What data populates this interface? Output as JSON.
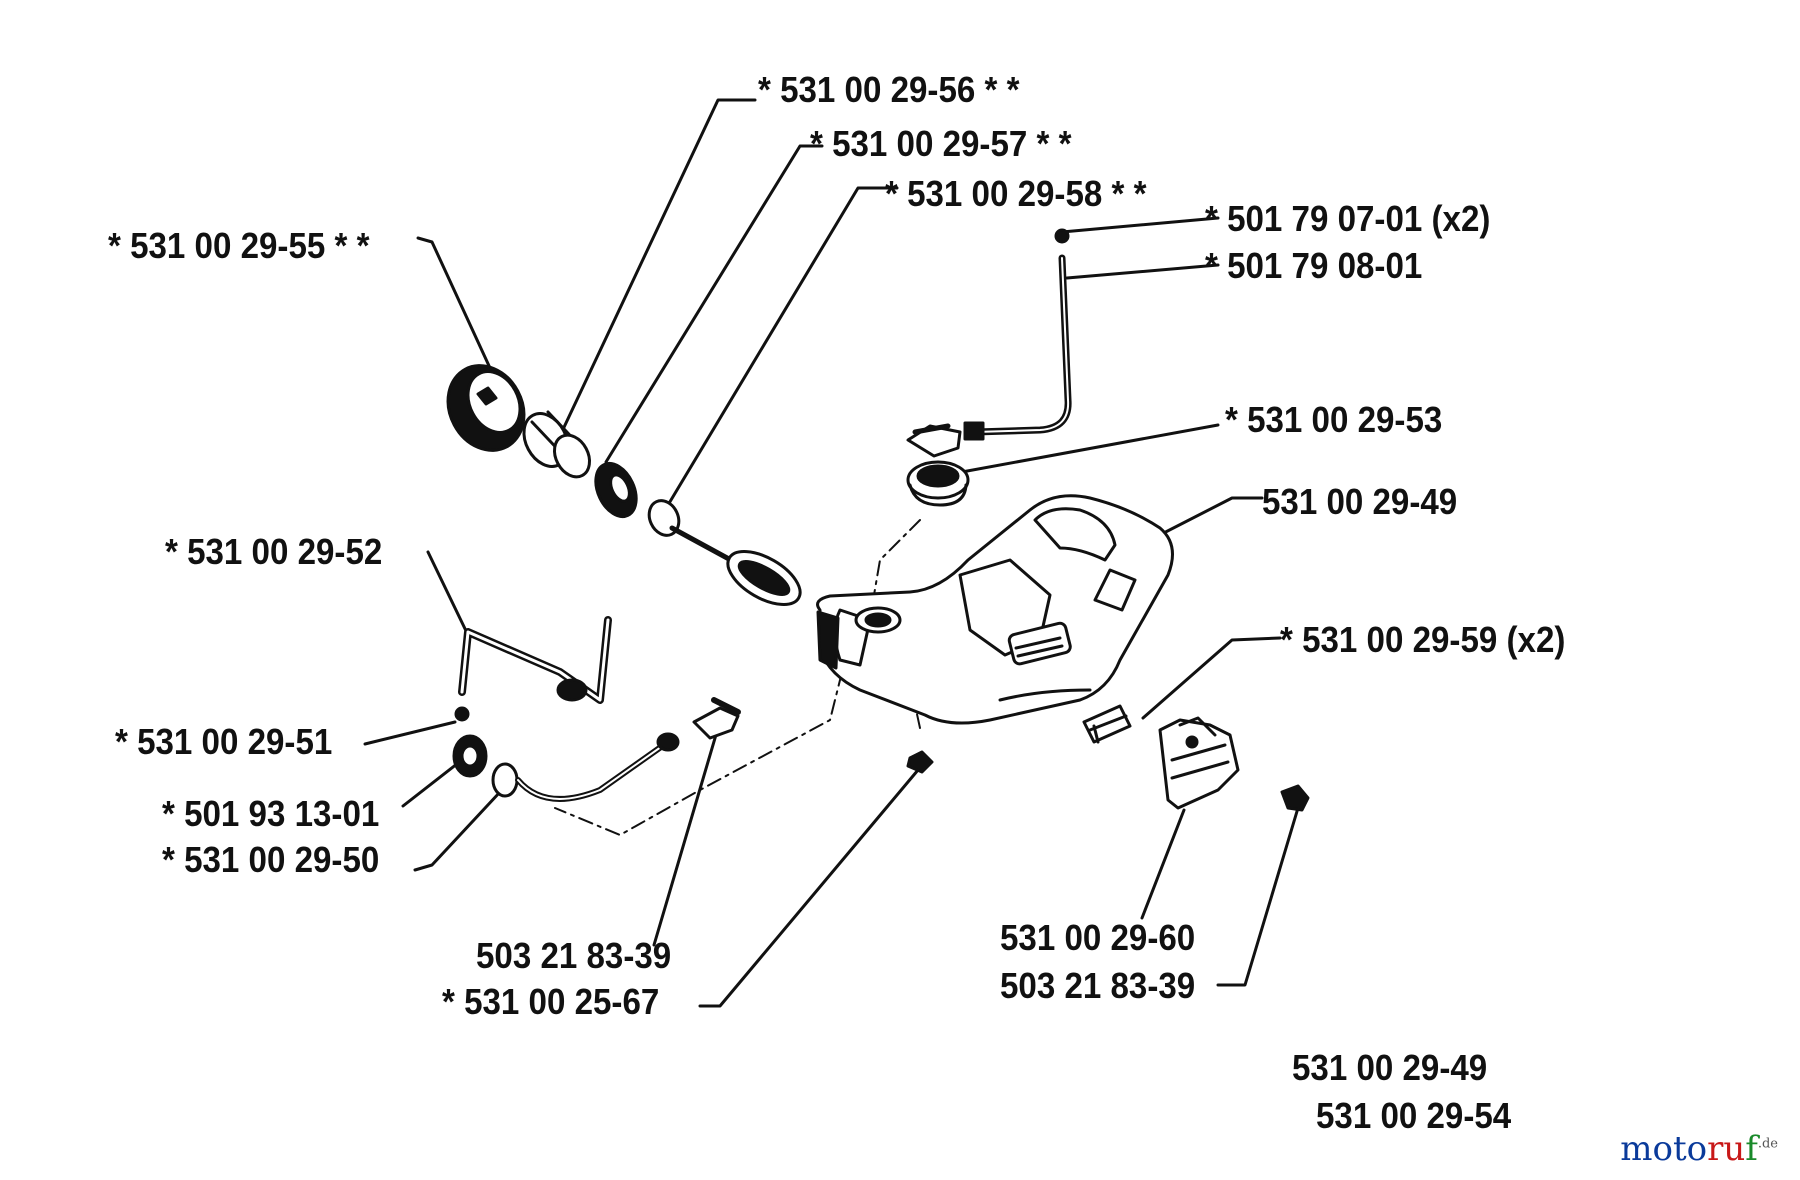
{
  "labels": {
    "p5531002956": "* 531 00 29-56  * *",
    "p5531002957": "* 531 00 29-57  * *",
    "p5531002958": "* 531 00 29-58  * *",
    "p5531002955": "* 531 00 29-55  * *",
    "p501790701": "* 501 79 07-01  (x2)",
    "p501790801": "* 501 79 08-01",
    "p5531002953": "* 531 00 29-53",
    "p5531002949": "531 00 29-49",
    "p5531002952": "* 531 00 29-52",
    "p5531002959": "* 531 00 29-59  (x2)",
    "p5531002951": "* 531 00 29-51",
    "p501931301": "* 501 93 13-01",
    "p5531002950": "* 531 00 29-50",
    "p503218339a": "503 21 83-39",
    "p5531002567": "* 531 00 25-67",
    "p5531002960": "531 00 29-60",
    "p503218339b": "503 21 83-39",
    "footer1": "531 00 29-49",
    "footer2": "531 00 29-54"
  },
  "watermark": {
    "part1": "moto",
    "part2": "ru",
    "part3": "f",
    "tld": ".de"
  },
  "colors": {
    "ink": "#111111",
    "background": "#ffffff"
  }
}
